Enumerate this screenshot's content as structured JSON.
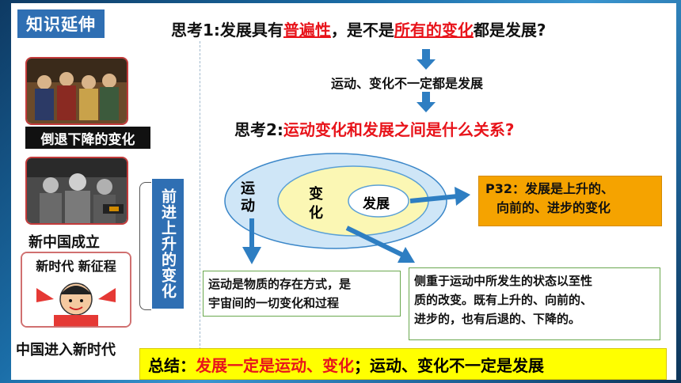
{
  "header": {
    "tag": "知识延伸"
  },
  "q1": {
    "prefix": "思考1:发展具有",
    "hl1": "普遍性",
    "mid": "，是不是",
    "hl2": "所有的变化",
    "suffix": "都是发展?"
  },
  "answer1": "运动、变化不一定都是发展",
  "q2": {
    "prefix": "思考2:",
    "hl": "运动变化和发展之间是什么关系?"
  },
  "left": {
    "label1": "倒退下降的变化",
    "label2": "新中国成立",
    "label3": "中国进入新时代",
    "poster_text": "新时代 新征程",
    "vertical": "前进上升的变化"
  },
  "diagram": {
    "outer": "运动",
    "middle": "变化",
    "inner": "发展"
  },
  "p32": {
    "line1": "P32：发展是上升的、",
    "line2": "向前的、进步的变化"
  },
  "box_motion": {
    "line1": "运动是物质的存在方式，是",
    "line2": "宇宙间的一切变化和过程"
  },
  "box_change": {
    "line1": "侧重于运动中所发生的状态以至性",
    "line2": "质的改变。既有上升的、向前的、",
    "line3": "进步的，也有后退的、下降的。"
  },
  "summary": {
    "prefix": "总结：",
    "hl": "发展一定是运动、变化",
    "suffix": "；运动、变化不一定是发展"
  },
  "colors": {
    "accent_blue": "#2f6fb3",
    "arrow_blue": "#2e7ec2",
    "red": "#e8141b",
    "yellow": "#ffff00",
    "orange": "#f5a300"
  }
}
